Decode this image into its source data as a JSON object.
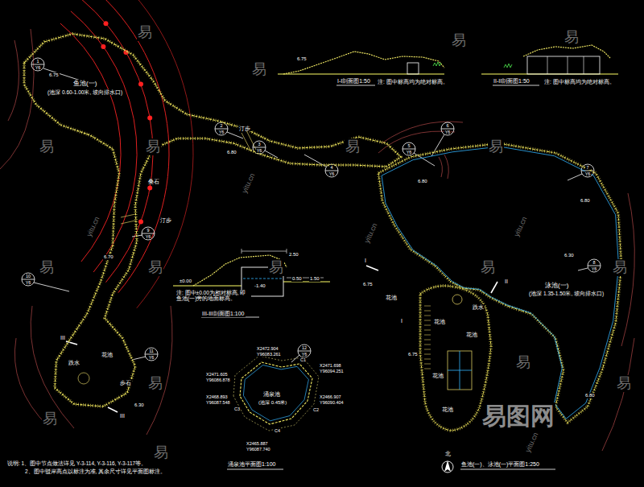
{
  "diagram": {
    "nodes": [
      {
        "text": [
          "鱼池(一)",
          "(池深 0.60-1.00米, 坡向排水口)"
        ]
      },
      {
        "text": [
          "泳池(一)",
          "(池深 1.35-1.50米, 坡向排水口)"
        ]
      },
      {
        "text": [
          "涌泉池",
          "(池深 0.45米)"
        ]
      }
    ],
    "labels": [
      "I-I剖面图1:50",
      "注: 图中标高均为绝对标高。",
      "II-II剖面图1:50",
      "注: 图中标高均为绝对标高。",
      "6.75",
      "III-III剖面图1:100",
      "注: 图中±0.00为相对标高, 即鱼池(一)旁的地面标高。",
      "2.50",
      "±0.00",
      "-1.40",
      "0.50",
      "1.50",
      "汀步",
      "汀步",
      "叠石",
      "跌水",
      "花池",
      "步石",
      "跌水",
      "花池",
      "花池",
      "花池",
      "花池",
      "花池",
      "6.75",
      "6.80",
      "6.70",
      "6.80",
      "6.80",
      "6.75",
      "6.30",
      "6.75",
      "6.80",
      "6.30",
      "X2472.904",
      "Y96083.261",
      "X2471.605",
      "Y96086.878",
      "X2471.698",
      "Y96094.251",
      "X2468.893",
      "Y96087.548",
      "X2466.907",
      "Y96090.404",
      "X2465.887",
      "Y96087.740",
      "C1",
      "C2",
      "C3",
      "C4",
      "涌泉池平面图1:100",
      "鱼池(一)、泳池(一)平面图1:250",
      "北",
      "说明: 1、图中节点做法详见 Y-3-114, Y-3-116, Y-3-117等。",
      "2、图中驳岸高点以标注为准, 其余尺寸详见平面图标注。",
      "I",
      "I",
      "II",
      "III",
      "III",
      "1",
      "Y6",
      "2",
      "Y6",
      "3",
      "Y6",
      "4",
      "Y6",
      "5",
      "Y6",
      "6",
      "Y6",
      "7",
      "Y6",
      "8",
      "Y6",
      "9",
      "Y6",
      "10",
      "Y6",
      "11",
      "Y6",
      "12",
      "Y6",
      "易",
      "易",
      "易",
      "易",
      "易",
      "易",
      "易",
      "易",
      "易",
      "易",
      "易",
      "易",
      "易",
      "易",
      "易",
      "易",
      "易",
      "易",
      "yitu.cn",
      "yitu.cn",
      "yitu.cn",
      "yitu.cn",
      "yitu.cn",
      "易图网"
    ]
  }
}
